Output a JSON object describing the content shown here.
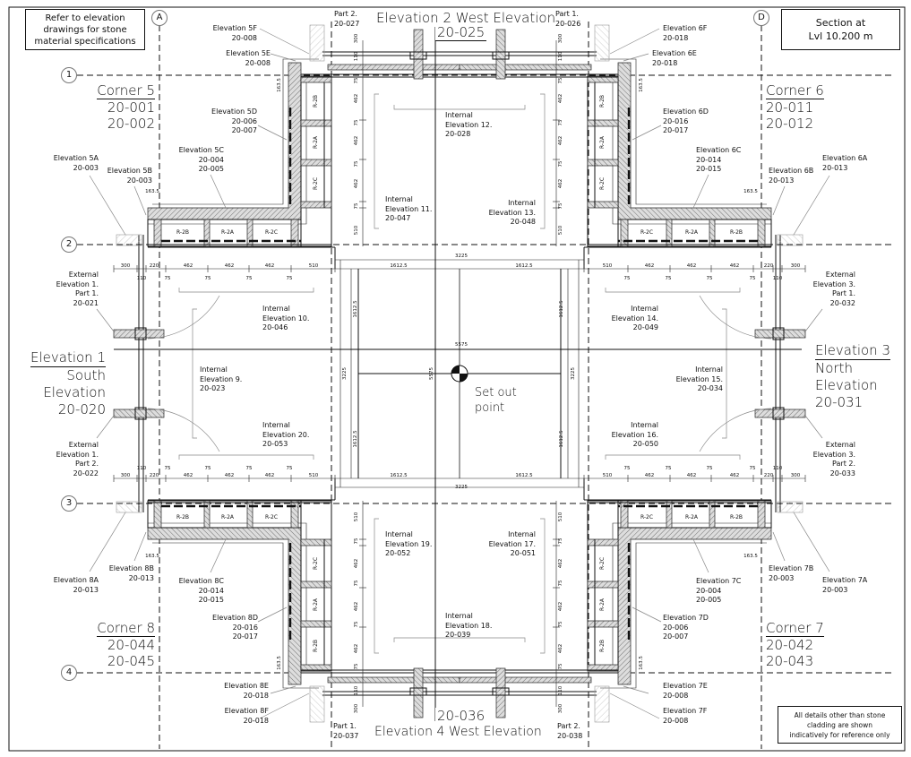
{
  "notes": {
    "top_left": [
      "Refer to elevation",
      "drawings for stone",
      "material specifications"
    ],
    "section": [
      "Section at",
      "Lvl 10.200 m"
    ],
    "bottom_right": [
      "All details other than stone",
      "cladding are shown",
      "indicatively for reference only"
    ]
  },
  "grid": {
    "A": "A",
    "D": "D",
    "r1": "1",
    "r2": "2",
    "r3": "3",
    "r4": "4"
  },
  "corners": {
    "c5": [
      "Corner 5",
      "20-001",
      "20-002"
    ],
    "c6": [
      "Corner 6",
      "20-011",
      "20-012"
    ],
    "c7": [
      "Corner 7",
      "20-042",
      "20-043"
    ],
    "c8": [
      "Corner 8",
      "20-044",
      "20-045"
    ]
  },
  "elevations": {
    "e1": [
      "Elevation 1",
      "South",
      "Elevation",
      "20-020"
    ],
    "e3": [
      "Elevation 3",
      "North",
      "Elevation",
      "20-031"
    ],
    "e2": {
      "title": "Elevation  2 West Elevation",
      "ref": "20-025",
      "part2": [
        "Part 2.",
        "20-027"
      ],
      "part1": [
        "Part 1.",
        "20-026"
      ]
    },
    "e4": {
      "title": "Elevation 4 West Elevation",
      "ref": "20-036",
      "part1": [
        "Part 1.",
        "20-037"
      ],
      "part2": [
        "Part 2.",
        "20-038"
      ]
    }
  },
  "external": {
    "e1p1": [
      "External",
      "Elevation 1.",
      "Part 1.",
      "20-021"
    ],
    "e1p2": [
      "External",
      "Elevation 1.",
      "Part 2.",
      "20-022"
    ],
    "e3p1": [
      "External",
      "Elevation 3.",
      "Part 1.",
      "20-032"
    ],
    "e3p2": [
      "External",
      "Elevation 3.",
      "Part 2.",
      "20-033"
    ]
  },
  "details": {
    "5A": [
      "Elevation 5A",
      "20-003"
    ],
    "5B": [
      "Elevation 5B",
      "20-003"
    ],
    "5C": [
      "Elevation 5C",
      "20-004",
      "20-005"
    ],
    "5D": [
      "Elevation 5D",
      "20-006",
      "20-007"
    ],
    "5E": [
      "Elevation 5E",
      "20-008"
    ],
    "5F": [
      "Elevation 5F",
      "20-008"
    ],
    "6A": [
      "Elevation 6A",
      "20-013"
    ],
    "6B": [
      "Elevation 6B",
      "20-013"
    ],
    "6C": [
      "Elevation 6C",
      "20-014",
      "20-015"
    ],
    "6D": [
      "Elevation 6D",
      "20-016",
      "20-017"
    ],
    "6E": [
      "Elevation 6E",
      "20-018"
    ],
    "6F": [
      "Elevation 6F",
      "20-018"
    ],
    "7A": [
      "Elevation 7A",
      "20-003"
    ],
    "7B": [
      "Elevation 7B",
      "20-003"
    ],
    "7C": [
      "Elevation 7C",
      "20-004",
      "20-005"
    ],
    "7D": [
      "Elevation 7D",
      "20-006",
      "20-007"
    ],
    "7E": [
      "Elevation 7E",
      "20-008"
    ],
    "7F": [
      "Elevation 7F",
      "20-008"
    ],
    "8A": [
      "Elevation 8A",
      "20-013"
    ],
    "8B": [
      "Elevation 8B",
      "20-013"
    ],
    "8C": [
      "Elevation 8C",
      "20-014",
      "20-015"
    ],
    "8D": [
      "Elevation 8D",
      "20-016",
      "20-017"
    ],
    "8E": [
      "Elevation 8E",
      "20-018"
    ],
    "8F": [
      "Elevation 8F",
      "20-018"
    ]
  },
  "internal": {
    "i9": [
      "Internal",
      "Elevation 9.",
      "20-023"
    ],
    "i10": [
      "Internal",
      "Elevation 10.",
      "20-046"
    ],
    "i11": [
      "Internal",
      "Elevation 11.",
      "20-047"
    ],
    "i12": [
      "Internal",
      "Elevation 12.",
      "20-028"
    ],
    "i13": [
      "Internal",
      "Elevation 13.",
      "20-048"
    ],
    "i14": [
      "Internal",
      "Elevation 14.",
      "20-049"
    ],
    "i15": [
      "Internal",
      "Elevation 15.",
      "20-034"
    ],
    "i16": [
      "Internal",
      "Elevation 16.",
      "20-050"
    ],
    "i17": [
      "Internal",
      "Elevation 17.",
      "20-051"
    ],
    "i18": [
      "Internal",
      "Elevation 18.",
      "20-039"
    ],
    "i19": [
      "Internal",
      "Elevation 19.",
      "20-052"
    ],
    "i20": [
      "Internal",
      "Elevation 20.",
      "20-053"
    ]
  },
  "set_out": [
    "Set out",
    "point"
  ],
  "rooms": {
    "b": "R-2B",
    "a": "R-2A",
    "c": "R-2C"
  },
  "dims": {
    "row": [
      "300",
      "220",
      "462",
      "462",
      "462",
      "510",
      "1612.5"
    ],
    "sub": [
      "110",
      "75"
    ],
    "overall": "3225",
    "center": "5575",
    "arm": [
      "300",
      "110",
      "75",
      "462",
      "75",
      "462",
      "75",
      "462",
      "75",
      "510"
    ],
    "side": "1612.5",
    "offset": "163.5"
  }
}
